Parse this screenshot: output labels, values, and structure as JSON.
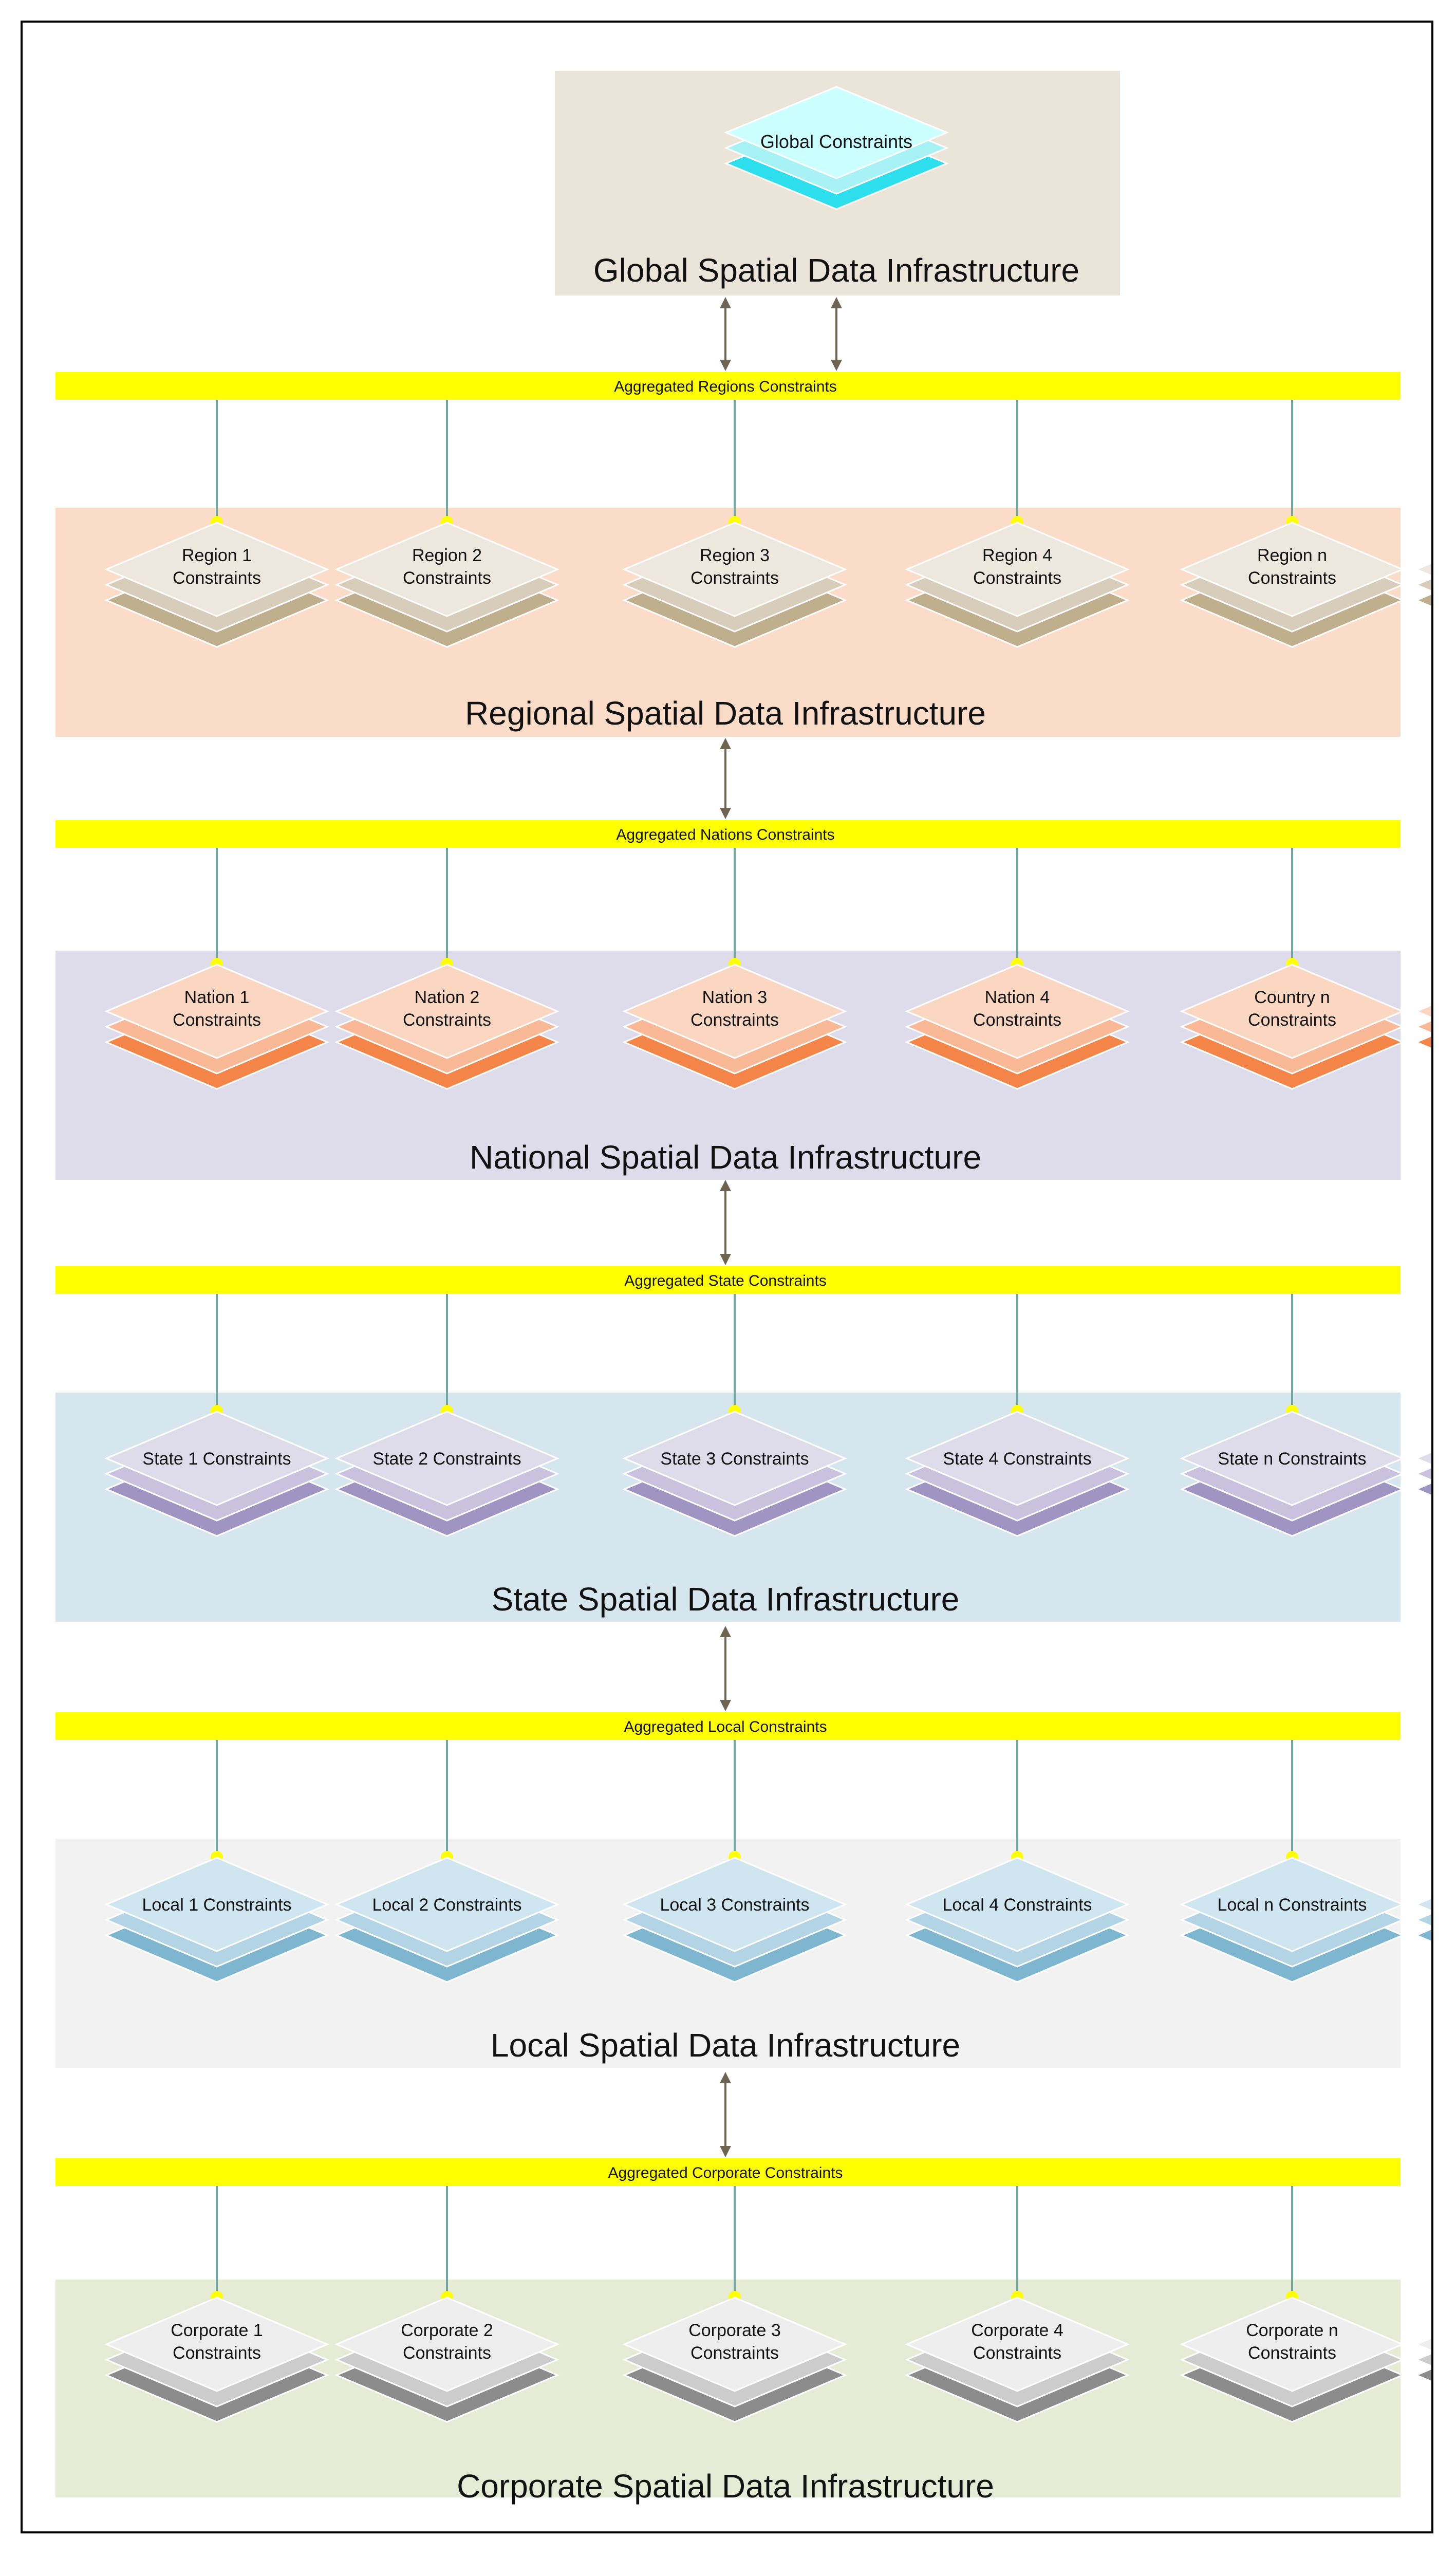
{
  "global": {
    "node_label": "Global Constraints",
    "title": "Global Spatial Data Infrastructure",
    "colors": {
      "band": "#ebe4d9",
      "top": "#ccffff",
      "mid": "#a6f2f4",
      "base": "#2ddeed"
    }
  },
  "bus_color": "#ffff00",
  "connector_color": "#70a7a1",
  "arrow_color": "#6e6451",
  "levels": [
    {
      "id": "regional",
      "bus_label": "Aggregated Regions Constraints",
      "title": "Regional Spatial Data Infrastructure",
      "nodes": [
        [
          "Region 1",
          "Constraints"
        ],
        [
          "Region 2",
          "Constraints"
        ],
        [
          "Region 3",
          "Constraints"
        ],
        [
          "Region 4",
          "Constraints"
        ],
        [
          "Region n",
          "Constraints"
        ]
      ],
      "colors": {
        "band": "#fbdcc9",
        "top": "#ede7dd",
        "mid": "#d8ccba",
        "base": "#c0af8d"
      }
    },
    {
      "id": "national",
      "bus_label": "Aggregated Nations Constraints",
      "title": "National Spatial Data Infrastructure",
      "nodes": [
        [
          "Nation 1",
          "Constraints"
        ],
        [
          "Nation 2",
          "Constraints"
        ],
        [
          "Nation 3",
          "Constraints"
        ],
        [
          "Nation 4",
          "Constraints"
        ],
        [
          "Country n",
          "Constraints"
        ]
      ],
      "colors": {
        "band": "#dedbeb",
        "top": "#fbd7c2",
        "mid": "#f9b896",
        "base": "#f38548"
      }
    },
    {
      "id": "state",
      "bus_label": "Aggregated State Constraints",
      "title": "State Spatial Data Infrastructure",
      "nodes": [
        [
          "State 1 Constraints"
        ],
        [
          "State 2 Constraints"
        ],
        [
          "State 3 Constraints"
        ],
        [
          "State 4 Constraints"
        ],
        [
          "State n Constraints"
        ]
      ],
      "colors": {
        "band": "#d6e6ee",
        "top": "#dedbeb",
        "mid": "#c9c1de",
        "base": "#a095c2"
      }
    },
    {
      "id": "local",
      "bus_label": "Aggregated Local Constraints",
      "title": "Local Spatial Data Infrastructure",
      "nodes": [
        [
          "Local 1 Constraints"
        ],
        [
          "Local 2 Constraints"
        ],
        [
          "Local 3 Constraints"
        ],
        [
          "Local 4 Constraints"
        ],
        [
          "Local n Constraints"
        ]
      ],
      "colors": {
        "band": "#f2f2f2",
        "top": "#cfe5f0",
        "mid": "#b3d4e4",
        "base": "#7eb6cf"
      }
    },
    {
      "id": "corporate",
      "bus_label": "Aggregated Corporate Constraints",
      "title": "Corporate Spatial Data Infrastructure",
      "nodes": [
        [
          "Corporate 1",
          "Constraints"
        ],
        [
          "Corporate 2",
          "Constraints"
        ],
        [
          "Corporate 3",
          "Constraints"
        ],
        [
          "Corporate 4",
          "Constraints"
        ],
        [
          "Corporate n",
          "Constraints"
        ]
      ],
      "colors": {
        "band": "#e6ebd5",
        "top": "#eeeeee",
        "mid": "#cccccc",
        "base": "#8c8c8c"
      }
    }
  ]
}
